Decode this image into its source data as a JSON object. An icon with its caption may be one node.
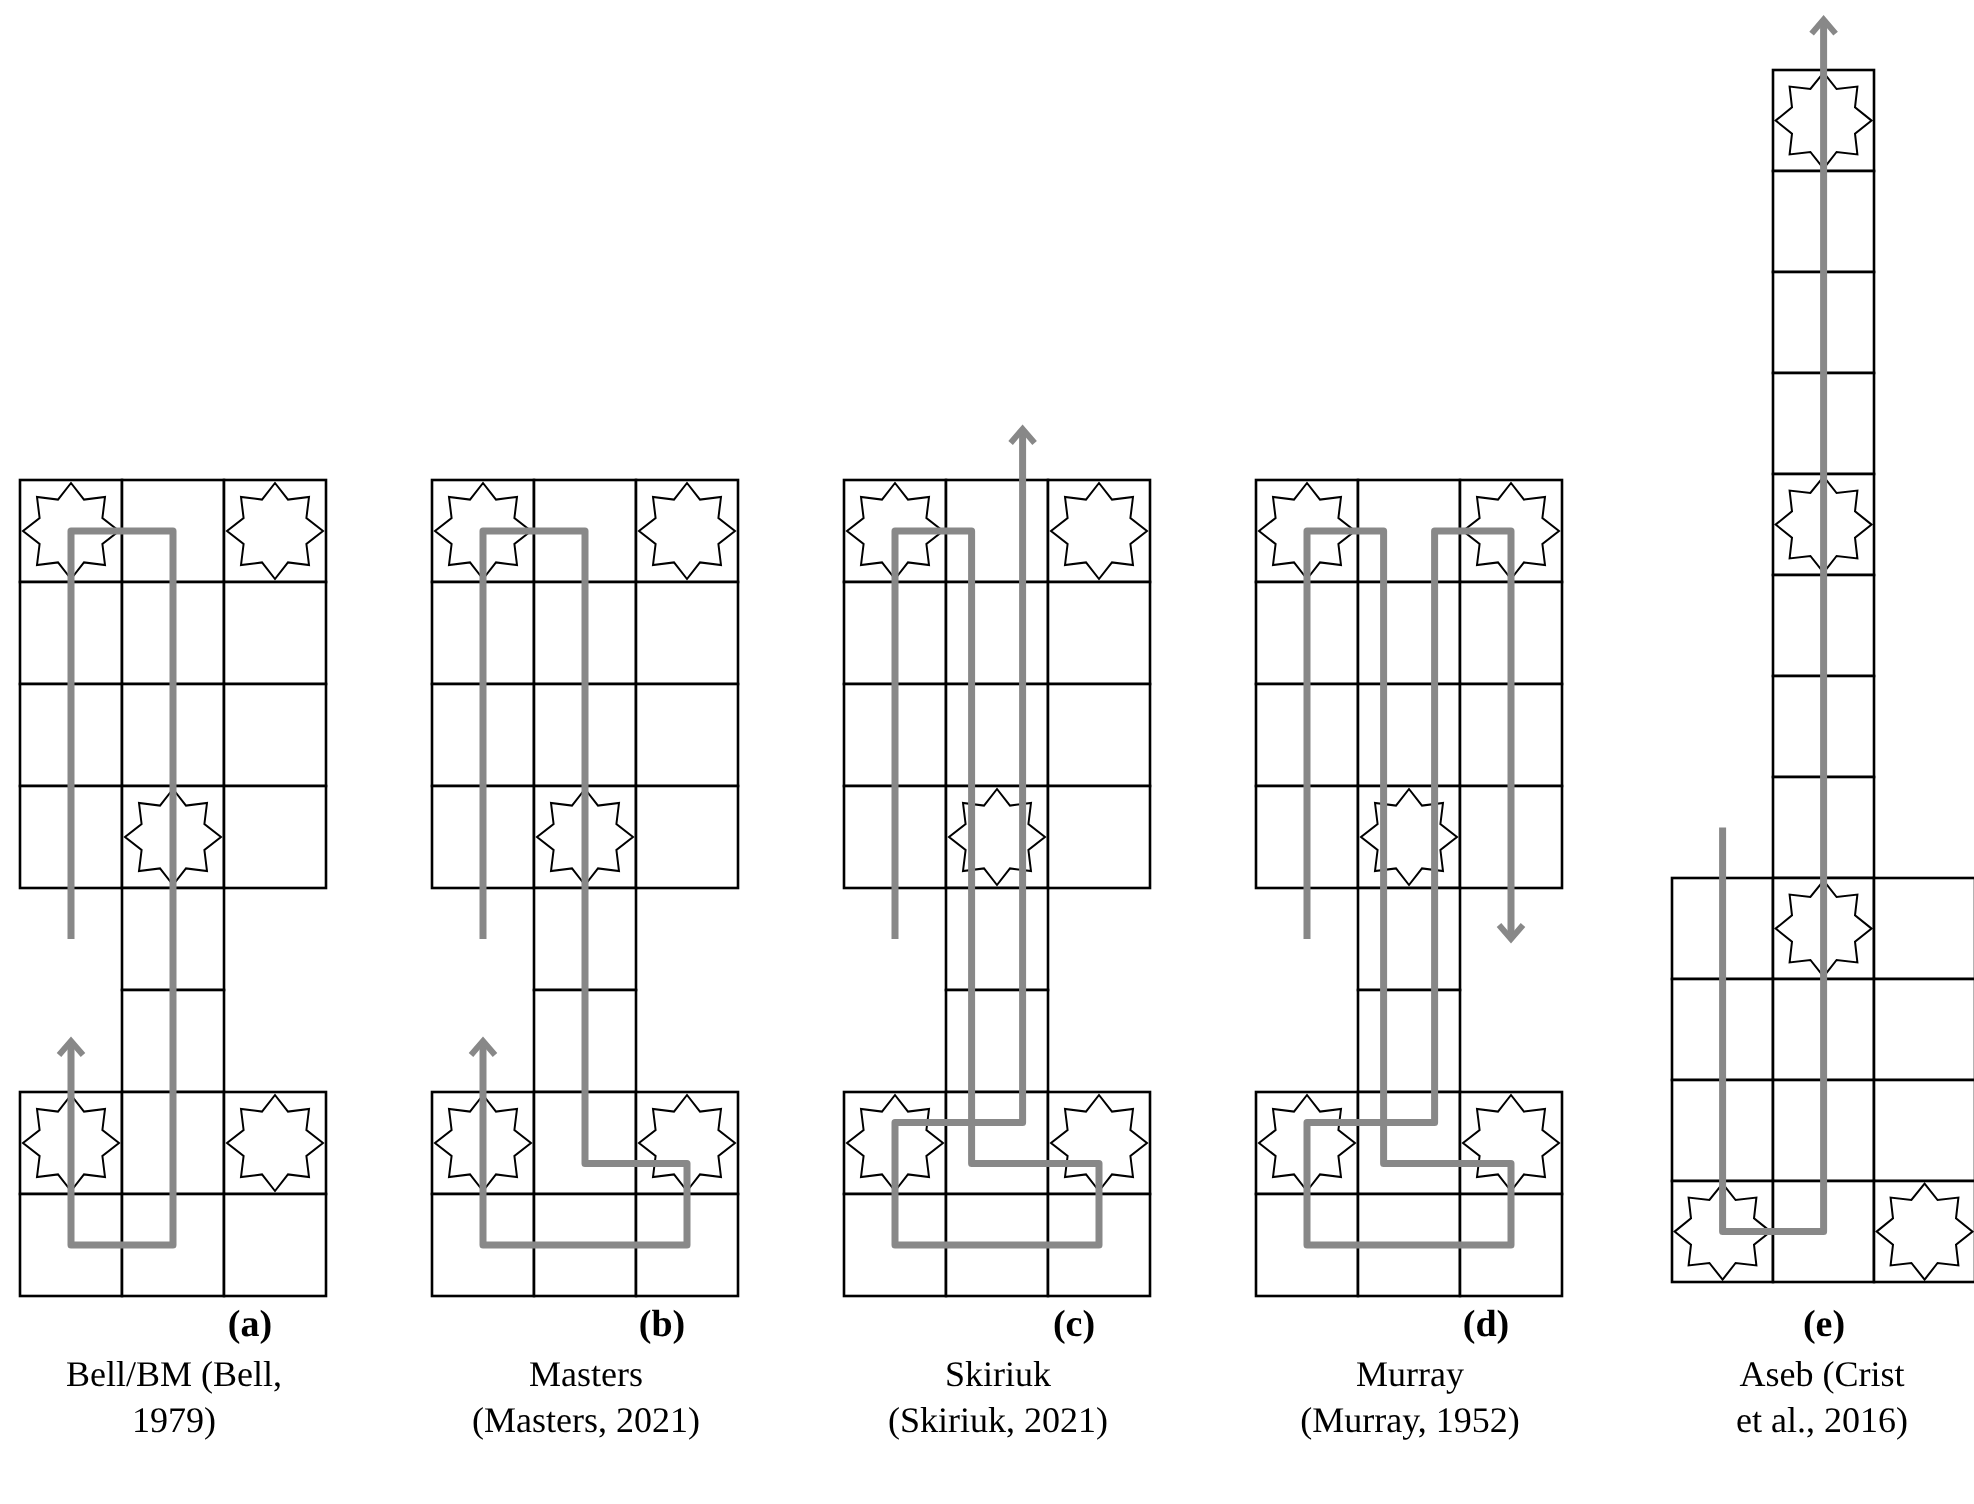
{
  "diagram": {
    "labels": [
      "(a)",
      "(b)",
      "(c)",
      "(d)",
      "(e)",
      "Bell/BM (Bell, 1979)",
      "Masters (Masters, 2021)",
      "Skiriuk (Skiriuk, 2021)",
      "Murray (Murray, 1952)",
      "Aseb (Crist et al., 2016)"
    ]
  }
}
